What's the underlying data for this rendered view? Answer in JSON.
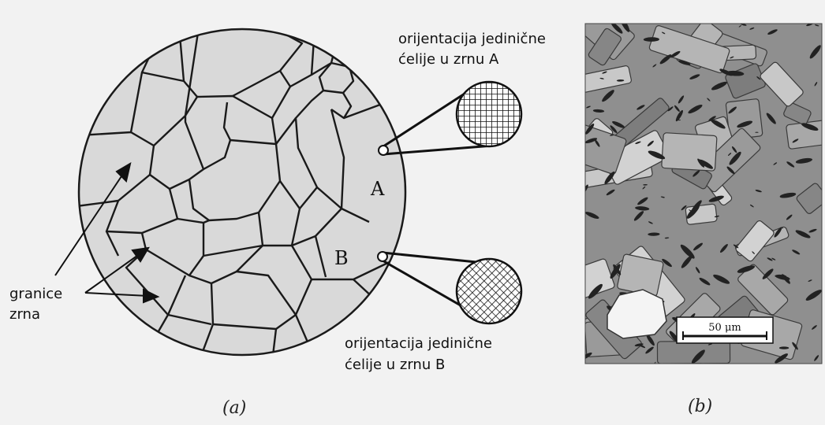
{
  "figure_a": {
    "label_grain_a": "A",
    "label_grain_b": "B",
    "annotation_a_line1": "orijentacija jedinične",
    "annotation_a_line2": "ćelije u zrnu A",
    "annotation_b_line1": "orijentacija jedinične",
    "annotation_b_line2": "ćelije u zrnu B",
    "boundary_label_line1": "granice",
    "boundary_label_line2": "zrna",
    "caption": "(a)"
  },
  "figure_b": {
    "scale_bar_label": "50 μm",
    "caption": "(b)"
  },
  "colors": {
    "grain_fill": "#d9d9d9",
    "boundary": "#1a1a1a",
    "micrograph_base": "#8f8f8f"
  }
}
